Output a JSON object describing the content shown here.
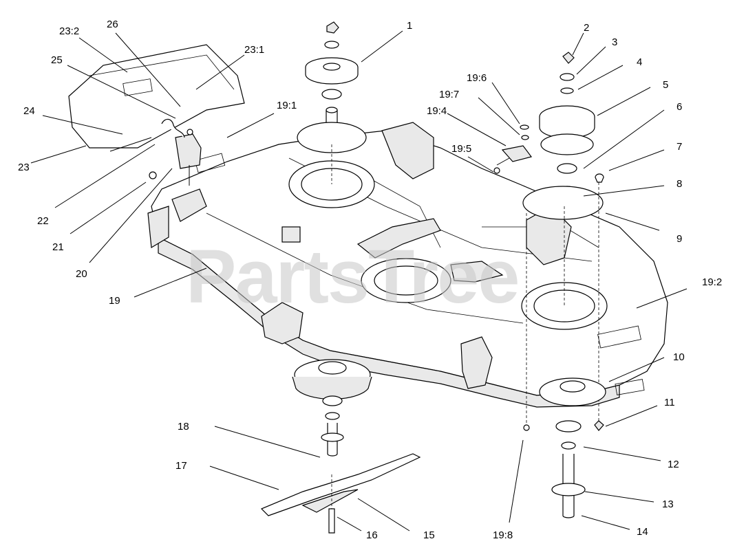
{
  "watermark": "PartsTree",
  "callouts": [
    "1",
    "2",
    "3",
    "4",
    "5",
    "6",
    "7",
    "8",
    "9",
    "10",
    "11",
    "12",
    "13",
    "14",
    "15",
    "16",
    "17",
    "18",
    "19",
    "19:1",
    "19:2",
    "19:4",
    "19:5",
    "19:6",
    "19:7",
    "19:8",
    "20",
    "21",
    "22",
    "23",
    "23:1",
    "23:2",
    "24",
    "25",
    "26"
  ]
}
